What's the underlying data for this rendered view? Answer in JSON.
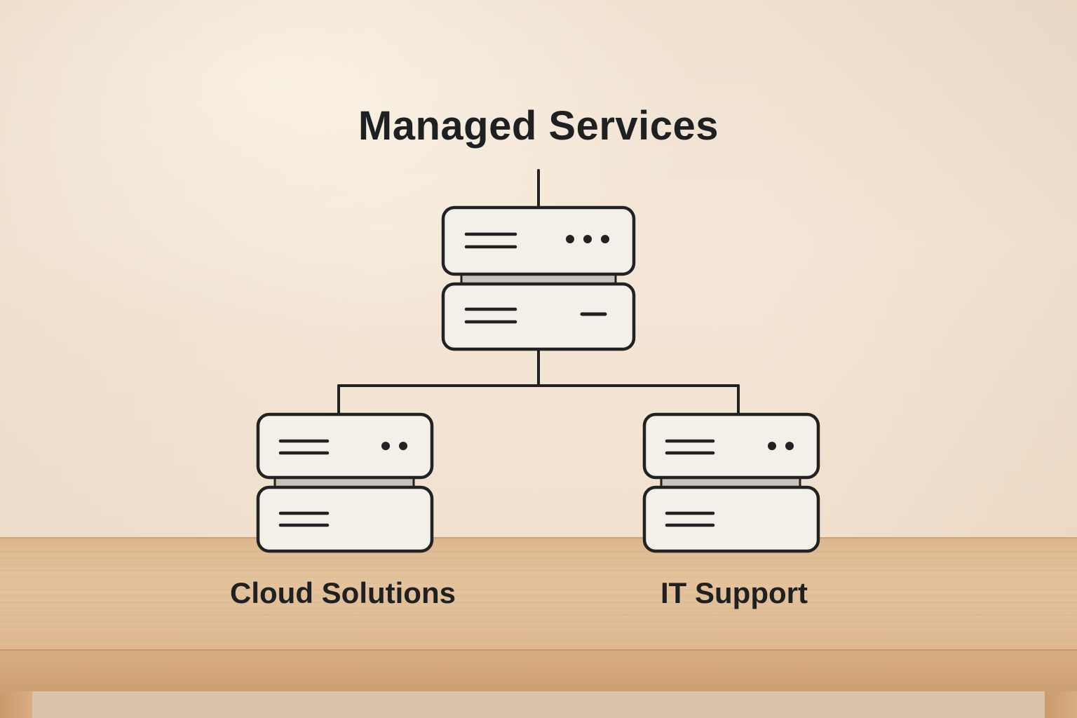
{
  "diagram": {
    "root": {
      "label": "Managed Services",
      "icon": "server-stack-icon"
    },
    "children": [
      {
        "label": "Cloud Solutions",
        "icon": "server-stack-icon"
      },
      {
        "label": "IT Support",
        "icon": "server-stack-icon"
      }
    ]
  },
  "colors": {
    "stroke": "#222222",
    "server_fill": "#f3efe9",
    "connector_gray": "#c7c2bb"
  }
}
